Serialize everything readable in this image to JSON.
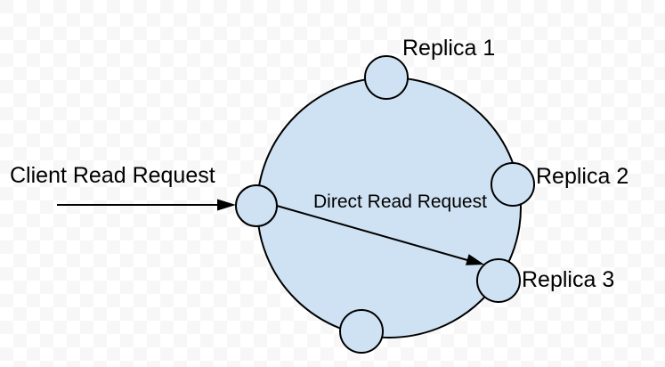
{
  "diagram": {
    "labels": {
      "client_read_request": "Client Read Request",
      "direct_read_request": "Direct Read Request",
      "replica_1": "Replica 1",
      "replica_2": "Replica 2",
      "replica_3": "Replica 3"
    },
    "colors": {
      "shape_fill": "#cfe2f3",
      "stroke": "#000000",
      "text": "#000000",
      "checker_light": "#ffffff",
      "checker_dark": "#f7f7f7"
    }
  }
}
